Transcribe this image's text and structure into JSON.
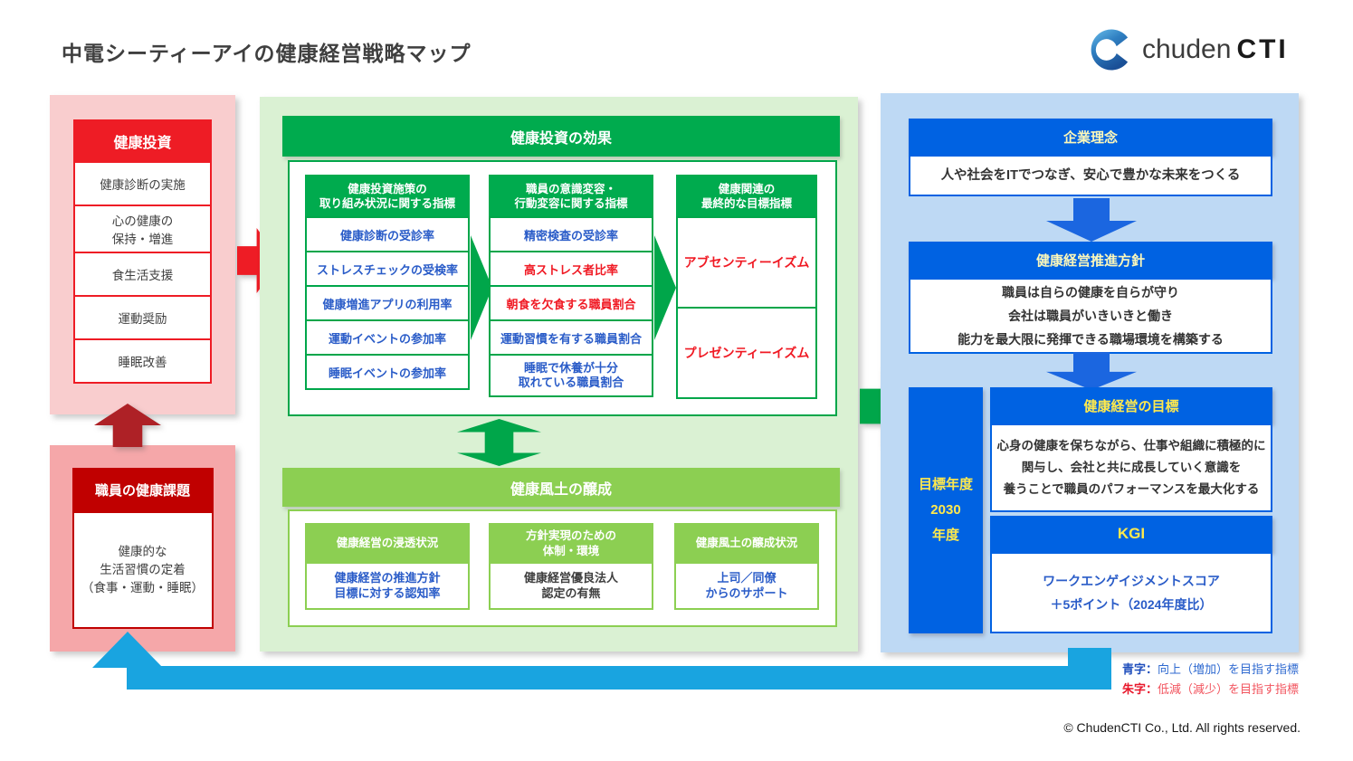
{
  "page": {
    "title": "中電シーティーアイの健康経営戦略マップ",
    "copyright": "© ChudenCTI Co., Ltd. All rights reserved."
  },
  "logo": {
    "name": "chuden",
    "suffix": "CTI"
  },
  "colors": {
    "accent_red": "#ee1c25",
    "accent_dark_red": "#c00000",
    "accent_green": "#00ab4e",
    "accent_yellow_green": "#8ccf52",
    "accent_blue": "#0062e2",
    "accent_cyan": "#19a4e0",
    "indicator_up_blue": "#2a5cc8",
    "indicator_down_red": "#f01923"
  },
  "left": {
    "investment": {
      "title": "健康投資",
      "items": [
        "健康診断の実施",
        "心の健康の\n保持・増進",
        "食生活支援",
        "運動奨励",
        "睡眠改善"
      ]
    },
    "issues": {
      "title": "職員の健康課題",
      "body": "健康的な\n生活習慣の定着\n（食事・運動・睡眠）"
    }
  },
  "center": {
    "effects": {
      "title": "健康投資の効果",
      "columns": [
        {
          "header": "健康投資施策の\n取り組み状況に関する指標",
          "items": [
            {
              "text": "健康診断の受診率",
              "trend": "up"
            },
            {
              "text": "ストレスチェックの受検率",
              "trend": "up"
            },
            {
              "text": "健康増進アプリの利用率",
              "trend": "up"
            },
            {
              "text": "運動イベントの参加率",
              "trend": "up"
            },
            {
              "text": "睡眠イベントの参加率",
              "trend": "up"
            }
          ]
        },
        {
          "header": "職員の意識変容・\n行動変容に関する指標",
          "items": [
            {
              "text": "精密検査の受診率",
              "trend": "up"
            },
            {
              "text": "高ストレス者比率",
              "trend": "down"
            },
            {
              "text": "朝食を欠食する職員割合",
              "trend": "down"
            },
            {
              "text": "運動習慣を有する職員割合",
              "trend": "up"
            },
            {
              "text": "睡眠で休養が十分\n取れている職員割合",
              "trend": "up"
            }
          ]
        },
        {
          "header": "健康関連の\n最終的な目標指標",
          "items": [
            {
              "text": "アブセンティーイズム",
              "trend": "down"
            },
            {
              "text": "プレゼンティーイズム",
              "trend": "down"
            }
          ]
        }
      ]
    },
    "culture": {
      "title": "健康風土の醸成",
      "boxes": [
        {
          "header": "健康経営の浸透状況",
          "body": "健康経営の推進方針\n目標に対する認知率",
          "trend": "up"
        },
        {
          "header": "方針実現のための\n体制・環境",
          "body": "健康経営優良法人\n認定の有無",
          "trend": "flat"
        },
        {
          "header": "健康風土の醸成状況",
          "body": "上司／同僚\nからのサポート",
          "trend": "up"
        }
      ]
    }
  },
  "right": {
    "philosophy": {
      "title": "企業理念",
      "body": "人や社会をITでつなぎ、安心で豊かな未来をつくる"
    },
    "policy": {
      "title": "健康経営推進方針",
      "body": "職員は自らの健康を自らが守り\n会社は職員がいきいきと働き\n能力を最大限に発揮できる職場環境を構築する"
    },
    "target_year": {
      "body": "目標年度\n2030\n年度"
    },
    "goal": {
      "title": "健康経営の目標",
      "body": "心身の健康を保ちながら、仕事や組織に積極的に\n関与し、会社と共に成長していく意識を\n養うことで職員のパフォーマンスを最大化する"
    },
    "kgi": {
      "title": "KGI",
      "body": "ワークエンゲイジメントスコア\n＋5ポイント（2024年度比）"
    }
  },
  "legend": {
    "blue": {
      "prefix": "青字：",
      "text": "向上（増加）を目指す指標"
    },
    "red": {
      "prefix": "朱字：",
      "text": "低減（減少）を目指す指標"
    }
  }
}
